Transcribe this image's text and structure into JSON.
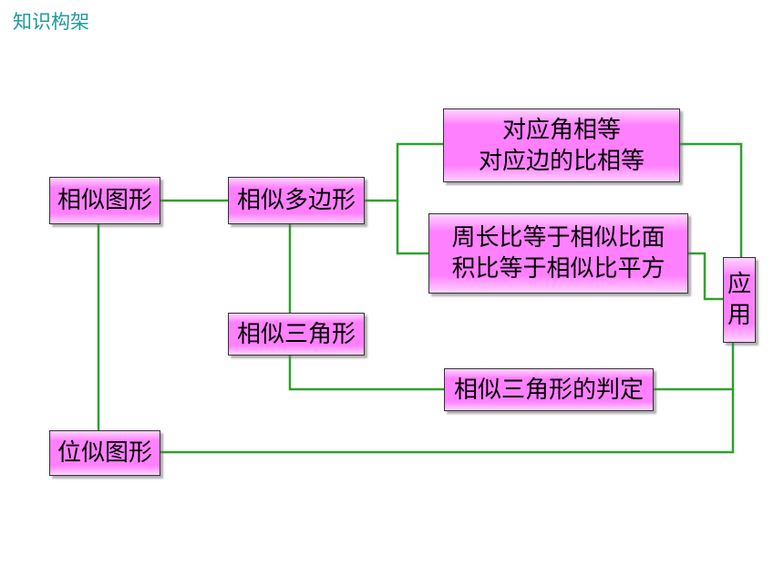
{
  "header": {
    "title": "知识构架"
  },
  "nodes": {
    "similar_figures": "相似图形",
    "similar_polygons": "相似多边形",
    "similar_triangles": "相似三角形",
    "homothetic_figures": "位似图形",
    "property_angles": "对应角相等",
    "property_sides": "对应边的比相等",
    "perimeter_line1": "周长比等于相似比面",
    "perimeter_line2": "积比等于相似比平方",
    "triangle_criteria": "相似三角形的判定",
    "application_char1": "应",
    "application_char2": "用"
  },
  "colors": {
    "box_fill": "#ff80ff",
    "connector": "#2ea12e",
    "title": "#1f9a9a"
  }
}
